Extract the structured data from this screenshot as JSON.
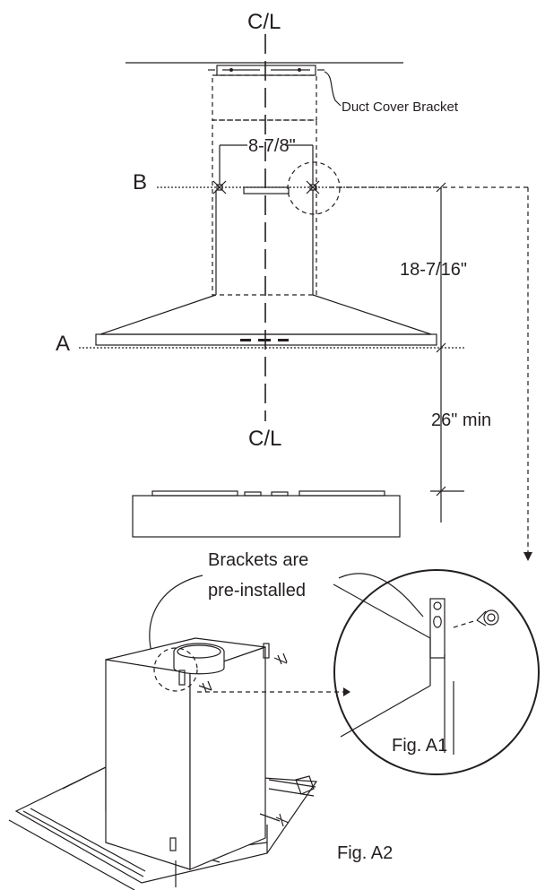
{
  "labels": {
    "cl_top": "C/L",
    "cl_mid": "C/L",
    "duct_cover_bracket": "Duct Cover Bracket",
    "width_dim": "8-7/8\"",
    "point_b": "B",
    "point_a": "A",
    "height_dim": "18-7/16\"",
    "clearance_dim": "26\" min",
    "brackets_line1": "Brackets are",
    "brackets_line2": "pre-installed",
    "fig_a1": "Fig. A1",
    "fig_a2": "Fig. A2"
  },
  "colors": {
    "line": "#231f20",
    "background": "#ffffff"
  }
}
